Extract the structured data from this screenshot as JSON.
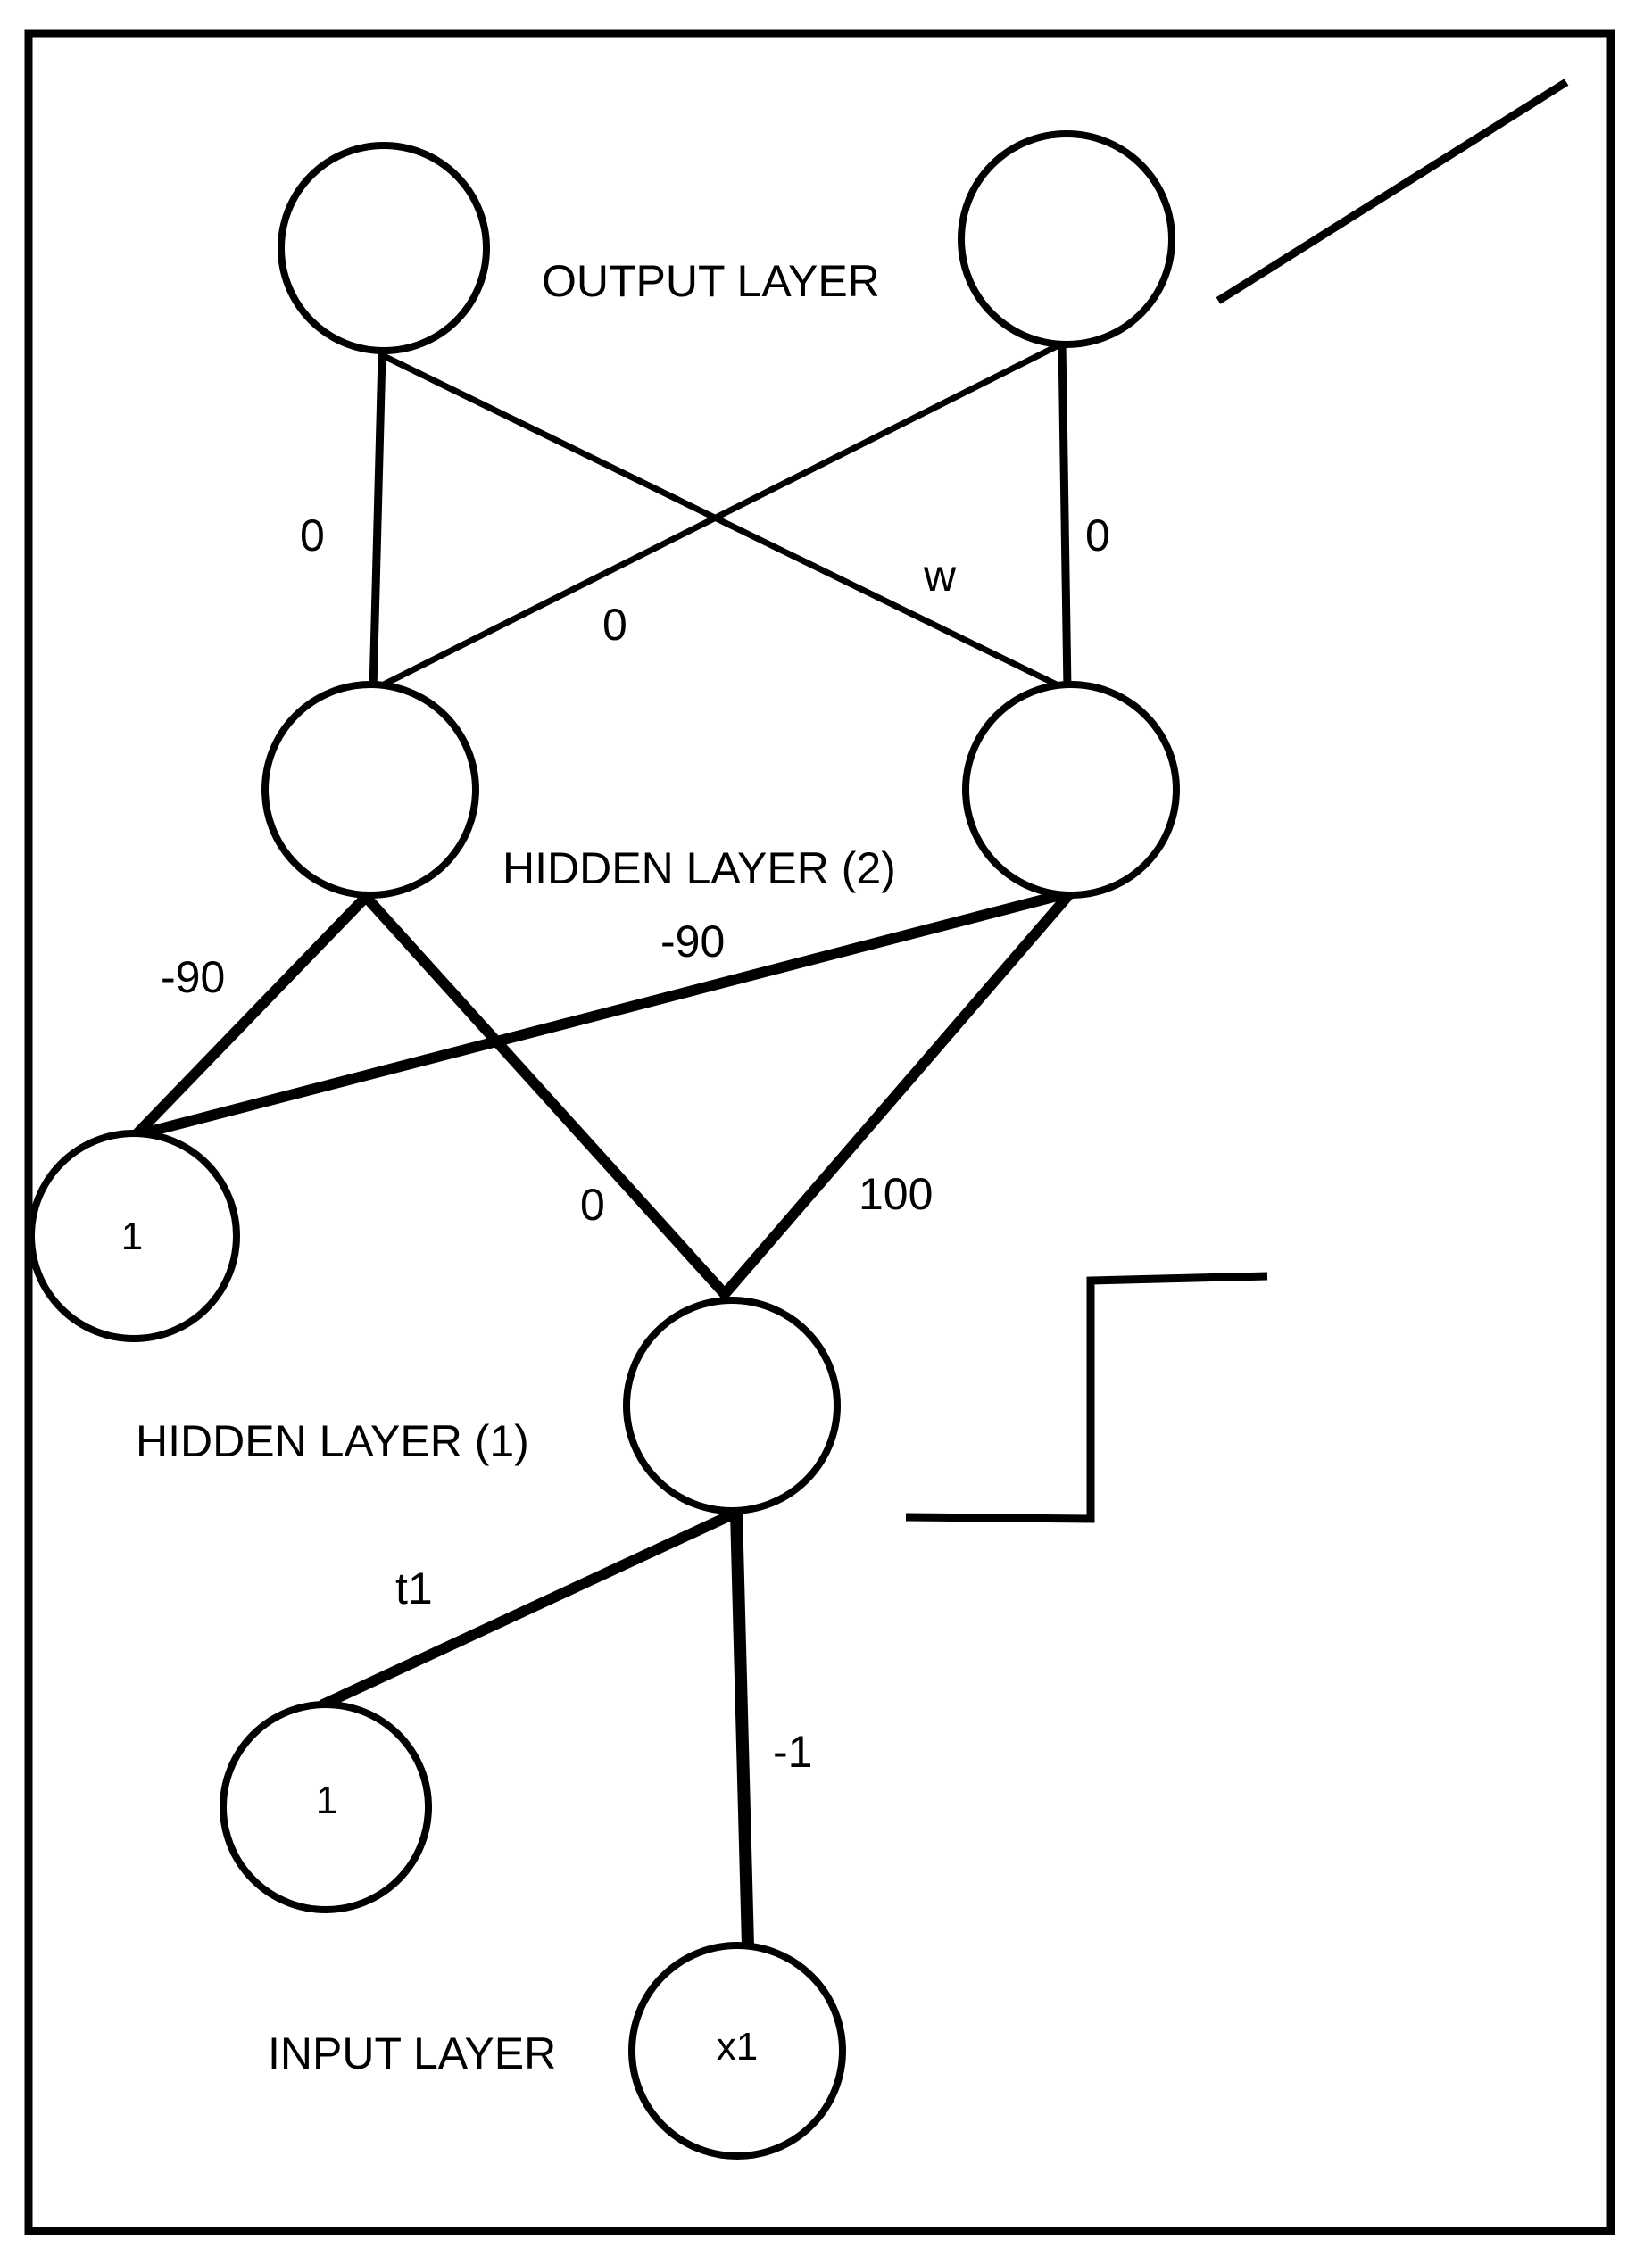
{
  "diagram": {
    "layers": {
      "output": "OUTPUT LAYER",
      "hidden2": "HIDDEN LAYER (2)",
      "hidden1": "HIDDEN LAYER (1)",
      "input": "INPUT LAYER"
    },
    "nodes": {
      "out_left": "",
      "out_right": "",
      "h2_left": "",
      "h2_right": "",
      "bias_h2": "1",
      "h1": "",
      "bias_h1": "1",
      "input_x1": "x1"
    },
    "weights": {
      "outL_h2L": "0",
      "outL_h2R": "w",
      "outR_h2L": "0",
      "outR_h2R": "0",
      "bias_h2L": "-90",
      "bias_h2R": "-90",
      "h1_h2L": "0",
      "h1_h2R": "100",
      "bias_h1": "t1",
      "x1_h1": "-1"
    },
    "activation_sketches": {
      "output": "linear",
      "hidden": "step"
    }
  }
}
